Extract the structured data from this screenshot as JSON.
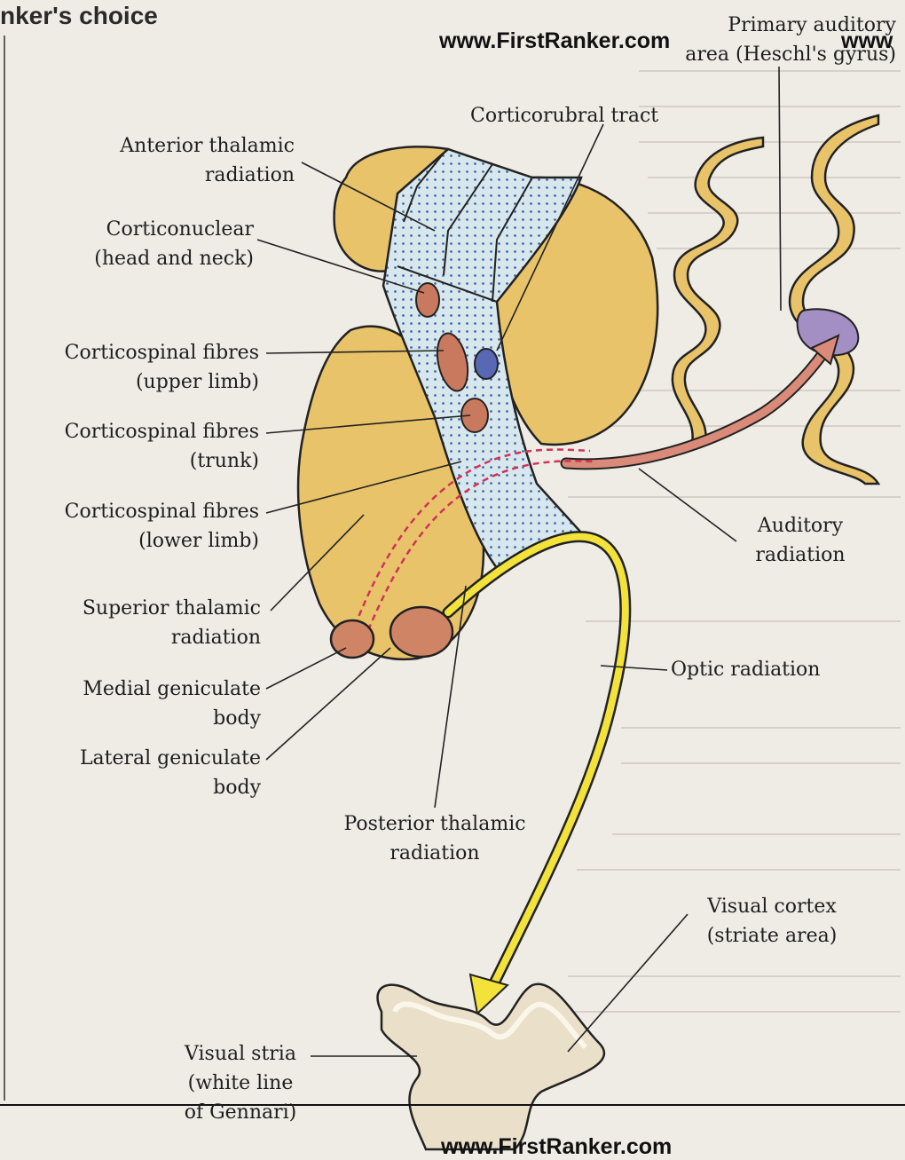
{
  "header": {
    "text": "nker's choice"
  },
  "watermark": {
    "top_center": "www.FirstRanker.com",
    "top_right": "www",
    "bottom_center": "www.FirstRanker.com"
  },
  "labels": {
    "anterior_thalamic_radiation": [
      "Anterior thalamic",
      "radiation"
    ],
    "corticonuclear": [
      "Corticonuclear",
      "(head and neck)"
    ],
    "corticospinal_upper_limb": [
      "Corticospinal fibres",
      "(upper limb)"
    ],
    "corticospinal_trunk": [
      "Corticospinal fibres",
      "(trunk)"
    ],
    "corticospinal_lower_limb": [
      "Corticospinal fibres",
      "(lower limb)"
    ],
    "superior_thalamic_radiation": [
      "Superior thalamic",
      "radiation"
    ],
    "medial_geniculate_body": [
      "Medial geniculate",
      "body"
    ],
    "lateral_geniculate_body": [
      "Lateral geniculate",
      "body"
    ],
    "visual_stria": [
      "Visual stria",
      "(white line",
      "of Gennari)"
    ],
    "primary_auditory_area": [
      "Primary auditory",
      "area (Heschl's gyrus)"
    ],
    "corticorubral_tract": [
      "Corticorubral tract"
    ],
    "auditory_radiation": [
      "Auditory",
      "radiation"
    ],
    "optic_radiation": [
      "Optic radiation"
    ],
    "posterior_thalamic_radiation": [
      "Posterior thalamic",
      "radiation"
    ],
    "visual_cortex": [
      "Visual cortex",
      "(striate area)"
    ]
  },
  "colors": {
    "gray_matter": "#e8c36a",
    "capsule": "#d8e6ee",
    "dots": "#3f6f9e",
    "tract_fill": "#c97a5e",
    "corticorubral_fill": "#5868b4",
    "geniculate": "#d08466",
    "auditory_area": "#a48fc4",
    "auditory_arrow": "#d98a78",
    "optic_arrow": "#f2e23a",
    "dashed_fibres": "#d2325a",
    "visual_cortex_fill": "#eadfc8",
    "stria_fill": "#fbf6ea"
  }
}
